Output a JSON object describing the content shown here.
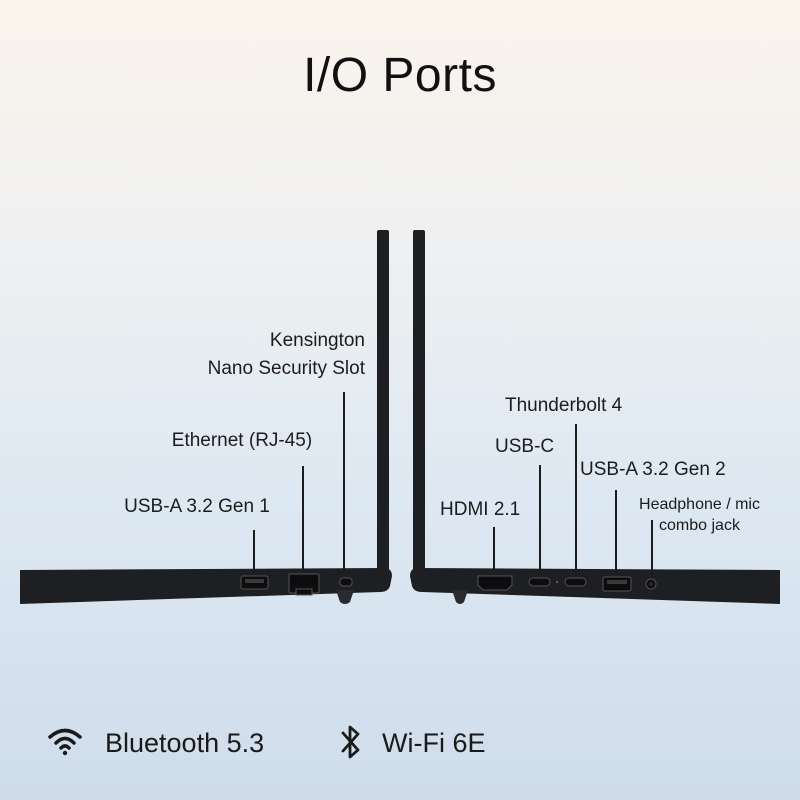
{
  "title": "I/O Ports",
  "left_side": {
    "ports": [
      {
        "name": "Kensington",
        "line2": "Nano Security Slot"
      },
      {
        "name": "Ethernet (RJ-45)"
      },
      {
        "name": "USB-A 3.2 Gen 1"
      }
    ]
  },
  "right_side": {
    "ports": [
      {
        "name": "Thunderbolt 4"
      },
      {
        "name": "USB-C"
      },
      {
        "name": "USB-A 3.2 Gen 2"
      },
      {
        "name": "HDMI 2.1"
      },
      {
        "name": "Headphone / mic",
        "line2": "combo jack"
      }
    ]
  },
  "features": [
    {
      "icon": "wifi-icon",
      "label": "Bluetooth 5.3"
    },
    {
      "icon": "bluetooth-icon",
      "label": "Wi-Fi 6E"
    }
  ],
  "colors": {
    "laptop": "#1e1f22",
    "background_top": "#fbf4ec",
    "background_bottom": "#cfdcea"
  }
}
